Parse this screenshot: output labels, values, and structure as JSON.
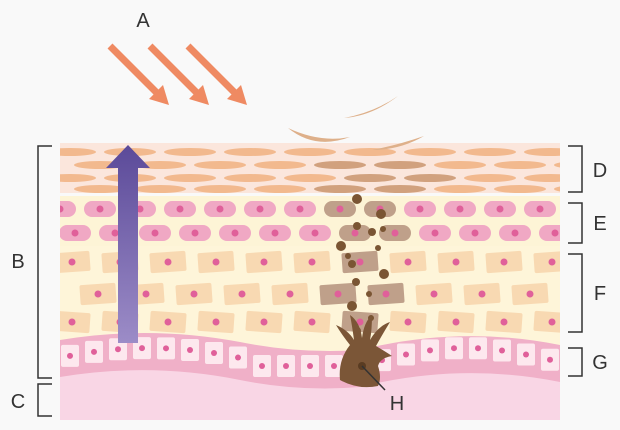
{
  "labels": {
    "a": "A",
    "b": "B",
    "c": "C",
    "d": "D",
    "e": "E",
    "f": "F",
    "g": "G",
    "h": "H"
  },
  "colors": {
    "background": "#f9f9f9",
    "uv_arrows": "#ef8a62",
    "stratum_corneum_bg": "#fbe6dc",
    "corneum_cells": "#f2b98e",
    "corneum_cells_dark": "#d1a17e",
    "flakes": "#deb08a",
    "granular_bg": "#fdf4d6",
    "granular_cells": "#f0a8c4",
    "cell_nucleus": "#e0609a",
    "spinous_bg": "#fef5d9",
    "spinous_cells": "#f8d9b2",
    "basal_band": "#f0b0c8",
    "basal_cells": "#fde8ee",
    "dermis": "#f9d6e5",
    "pigment_cells": "#bfa08a",
    "melanin": "#7a5533",
    "melanocyte": "#7b5637",
    "migration_arrow_top": "#5b4a99",
    "migration_arrow_bottom": "#9c8cc7",
    "brackets": "#333333"
  }
}
